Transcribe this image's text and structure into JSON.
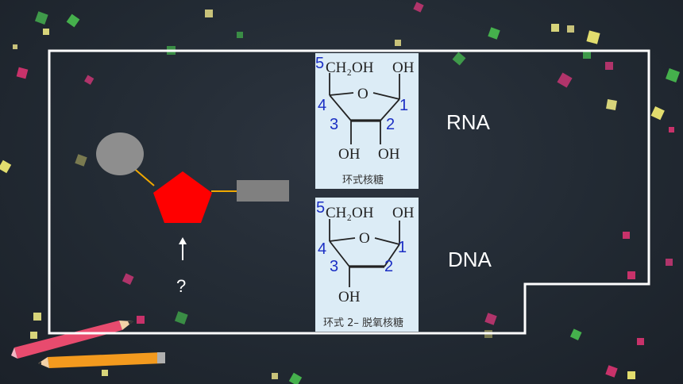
{
  "labels": {
    "rna": "RNA",
    "dna": "DNA",
    "question": "?"
  },
  "ribose": {
    "caption": "环式核糖",
    "ch2oh": "CH₂OH",
    "oh_top": "OH",
    "oh_left": "OH",
    "oh_right": "OH",
    "ring_o": "O",
    "n1": "1",
    "n2": "2",
    "n3": "3",
    "n4": "4",
    "n5": "5"
  },
  "deoxyribose": {
    "caption": "环式 2– 脱氧核糖",
    "ch2oh": "CH₂OH",
    "oh_top": "OH",
    "oh_bottom": "OH",
    "ring_o": "O",
    "n1": "1",
    "n2": "2",
    "n3": "3",
    "n4": "4",
    "n5": "5"
  },
  "colors": {
    "background": "#222a33",
    "phosphate": "#8e8e8e",
    "sugar": "#ff0000",
    "base": "#808080",
    "bond": "#f0a800",
    "frame": "#ffffff",
    "card": "#dcecf6",
    "carbon_numbers": "#1b2fc4"
  }
}
